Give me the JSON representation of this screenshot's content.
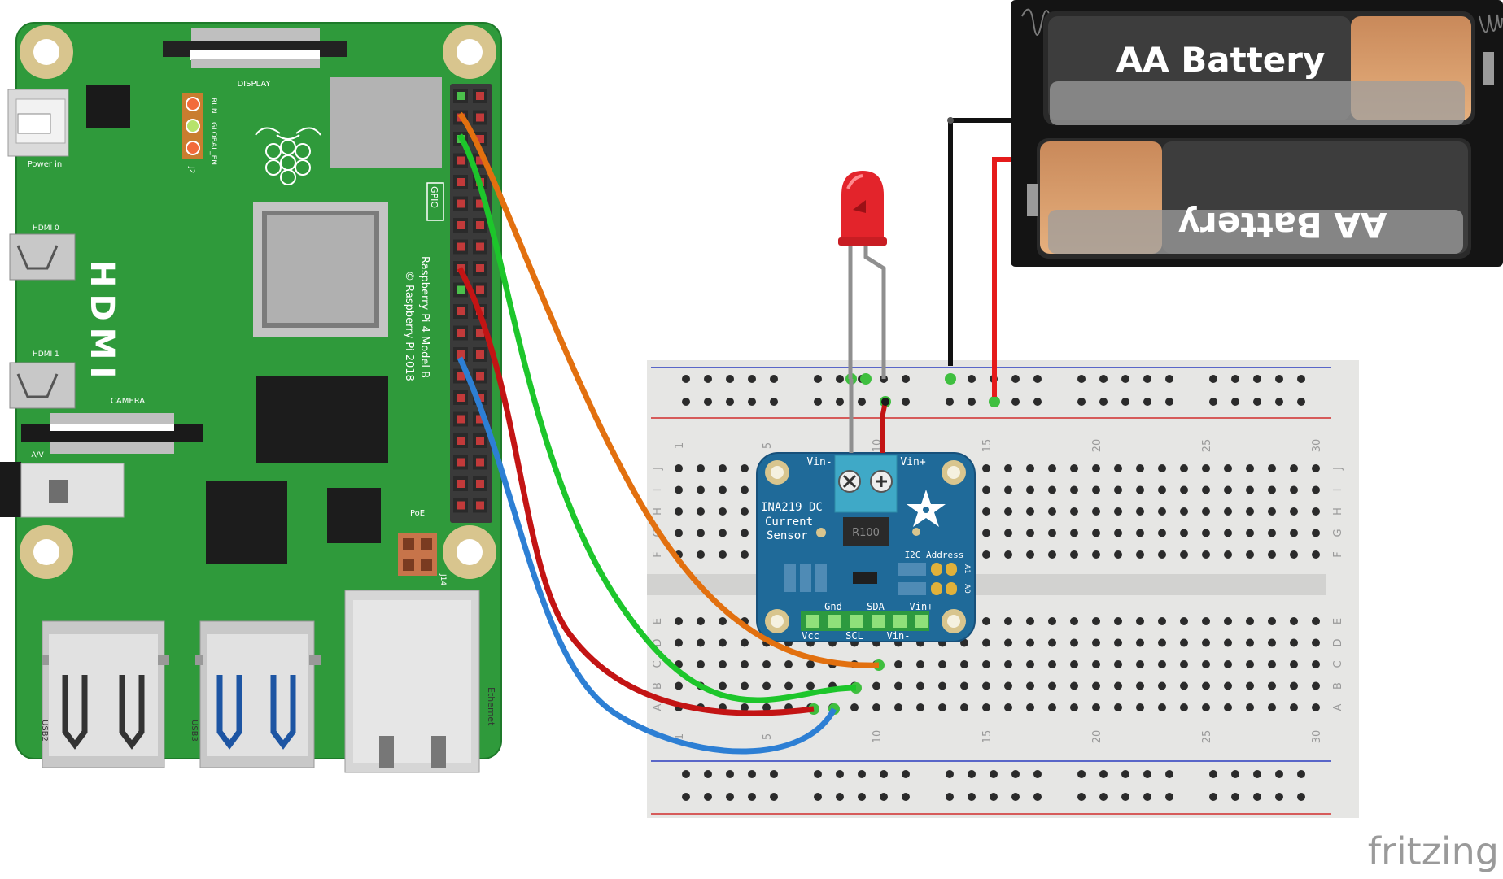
{
  "pi": {
    "model_line1": "Raspberry Pi 4 Model B",
    "model_line2": "© Raspberry Pi 2018",
    "display_label": "DISPLAY",
    "power_label": "Power in",
    "hdmi_big_label": "HDMI",
    "hdmi0_label": "HDMI 0",
    "hdmi1_label": "HDMI 1",
    "camera_label": "CAMERA",
    "av_label": "A/V",
    "gpio_label": "GPIO",
    "poe_label": "PoE",
    "j14_label": "J14",
    "run_label": "RUN",
    "global_en_label": "GLOBAL_EN",
    "j2_label": "J2",
    "usb2_label": "USB2",
    "usb3_label": "USB3",
    "ethernet_label": "Ethernet"
  },
  "sensor": {
    "title_line1": "INA219 DC",
    "title_line2": "Current",
    "title_line3": "Sensor",
    "vin_minus_top": "Vin-",
    "vin_plus_top": "Vin+",
    "resistor_label": "R100",
    "i2c_label": "I2C Address",
    "a1_label": "A1",
    "a0_label": "A0",
    "pin_gnd": "Gnd",
    "pin_sda": "SDA",
    "pin_vin_plus": "Vin+",
    "pin_vcc": "Vcc",
    "pin_scl": "SCL",
    "pin_vin_minus": "Vin-"
  },
  "battery": {
    "top_label": "AA Battery",
    "bottom_label": "AA Battery"
  },
  "breadboard": {
    "columns": [
      "1",
      "5",
      "10",
      "15",
      "20",
      "25",
      "30"
    ],
    "rows_top": [
      "J",
      "I",
      "H",
      "G",
      "F"
    ],
    "rows_bottom": [
      "E",
      "D",
      "C",
      "B",
      "A"
    ]
  },
  "logo": "fritzing",
  "colors": {
    "pcb": "#2f9a3b",
    "breadboard": "#e6e6e4",
    "sensor": "#1f6a99",
    "wire_orange": "#e2700f",
    "wire_green": "#1dc62b",
    "wire_red": "#c31414",
    "wire_blue": "#2d7fd4",
    "led": "#e3242b"
  }
}
